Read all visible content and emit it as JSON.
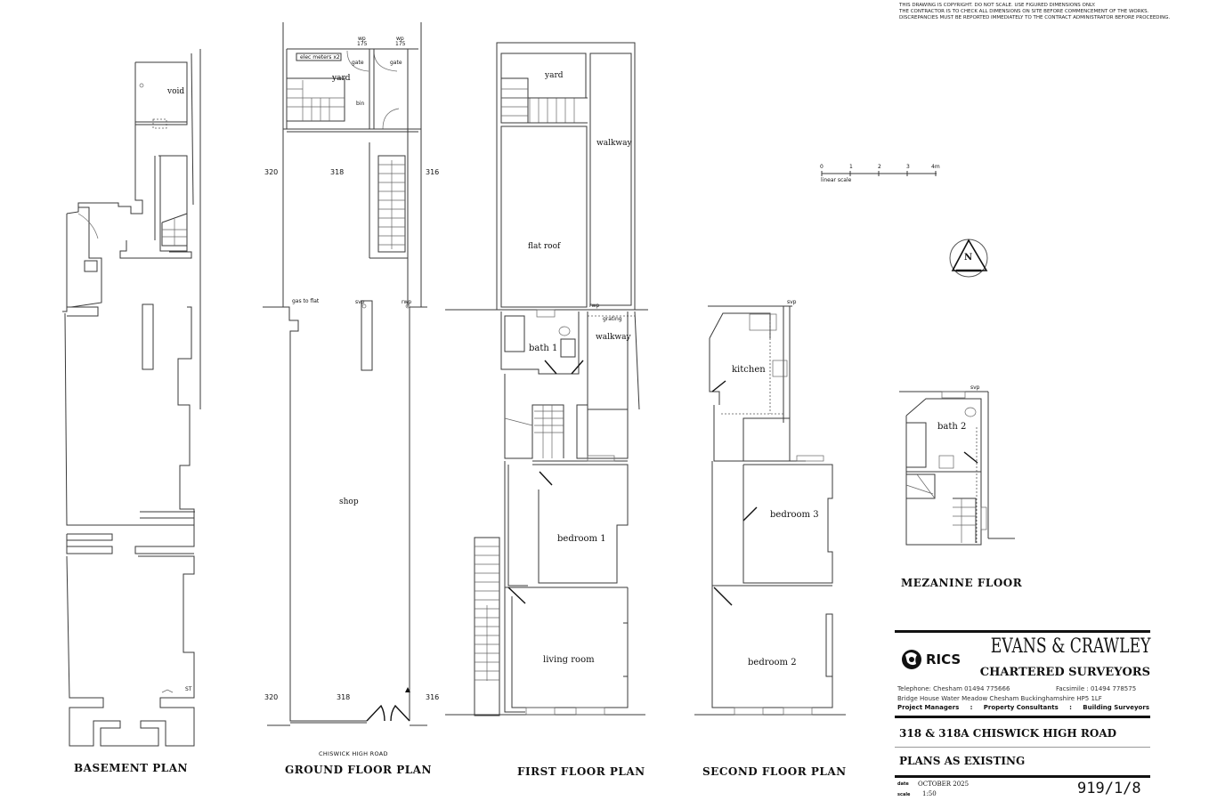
{
  "notes": {
    "line1": "THIS DRAWING IS COPYRIGHT. DO NOT SCALE. USE FIGURED DIMENSIONS ONLY.",
    "line2": "THE CONTRACTOR IS TO CHECK ALL DIMENSIONS ON SITE BEFORE COMMENCEMENT OF THE WORKS.",
    "line3": "DISCREPANCIES MUST BE REPORTED IMMEDIATELY TO THE CONTRACT ADMINISTRATOR BEFORE PROCEEDING."
  },
  "scale_bar": {
    "ticks": [
      "0",
      "1",
      "2",
      "3",
      "4m"
    ],
    "label": "linear scale"
  },
  "north_arrow": {
    "label": "N"
  },
  "plans": {
    "basement": {
      "title": "BASEMENT PLAN",
      "rooms": {
        "void": "void"
      },
      "annotations": {
        "st": "ST"
      }
    },
    "ground": {
      "title": "GROUND FLOOR PLAN",
      "street": "CHISWICK HIGH ROAD",
      "rooms": {
        "yard": "yard",
        "shop": "shop",
        "bin": "bin",
        "gate1": "gate",
        "gate2": "gate"
      },
      "annotations": {
        "elec_meters": "elec meters x2",
        "wp1": "wp",
        "wp1_val": "175",
        "wp2": "wp",
        "wp2_val": "175",
        "gas_to_flat": "gas to flat",
        "svp1": "svp",
        "rwp": "rwp"
      },
      "house_numbers": {
        "top_left": "320",
        "top_mid": "318",
        "top_right": "316",
        "bottom_left": "320",
        "bottom_mid": "318",
        "bottom_right": "316"
      }
    },
    "first": {
      "title": "FIRST FLOOR PLAN",
      "rooms": {
        "yard": "yard",
        "walkway_top": "walkway",
        "flat_roof": "flat roof",
        "bath1": "bath 1",
        "walkway_mid": "walkway",
        "bedroom1": "bedroom 1",
        "living_room": "living room"
      },
      "annotations": {
        "rwp": "rwp",
        "grating": "grating"
      }
    },
    "second": {
      "title": "SECOND FLOOR PLAN",
      "rooms": {
        "kitchen": "kitchen",
        "bedroom3": "bedroom 3",
        "bedroom2": "bedroom 2"
      },
      "annotations": {
        "svp": "svp"
      }
    },
    "mezzanine": {
      "title": "MEZANINE FLOOR",
      "rooms": {
        "bath2": "bath 2"
      },
      "annotations": {
        "svp": "svp"
      }
    }
  },
  "title_block": {
    "logo_text": "RICS",
    "firm_name": "EVANS & CRAWLEY",
    "firm_subtitle": "CHARTERED SURVEYORS",
    "telephone": "Telephone: Chesham   01494   775666",
    "facsimile": "Facsimile :   01494  778575",
    "address": "Bridge House    Water Meadow    Chesham    Buckinghamshire    HP5 1LF",
    "services": [
      "Project Managers",
      ":",
      "Property Consultants",
      ":",
      "Building Surveyors"
    ],
    "project": "318 & 318A CHISWICK HIGH ROAD",
    "drawing_title": "PLANS AS EXISTING",
    "date_label": "date",
    "date": "OCTOBER 2025",
    "scale_label": "scale",
    "scale": "1:50",
    "drawing_number": "919/1/8"
  }
}
